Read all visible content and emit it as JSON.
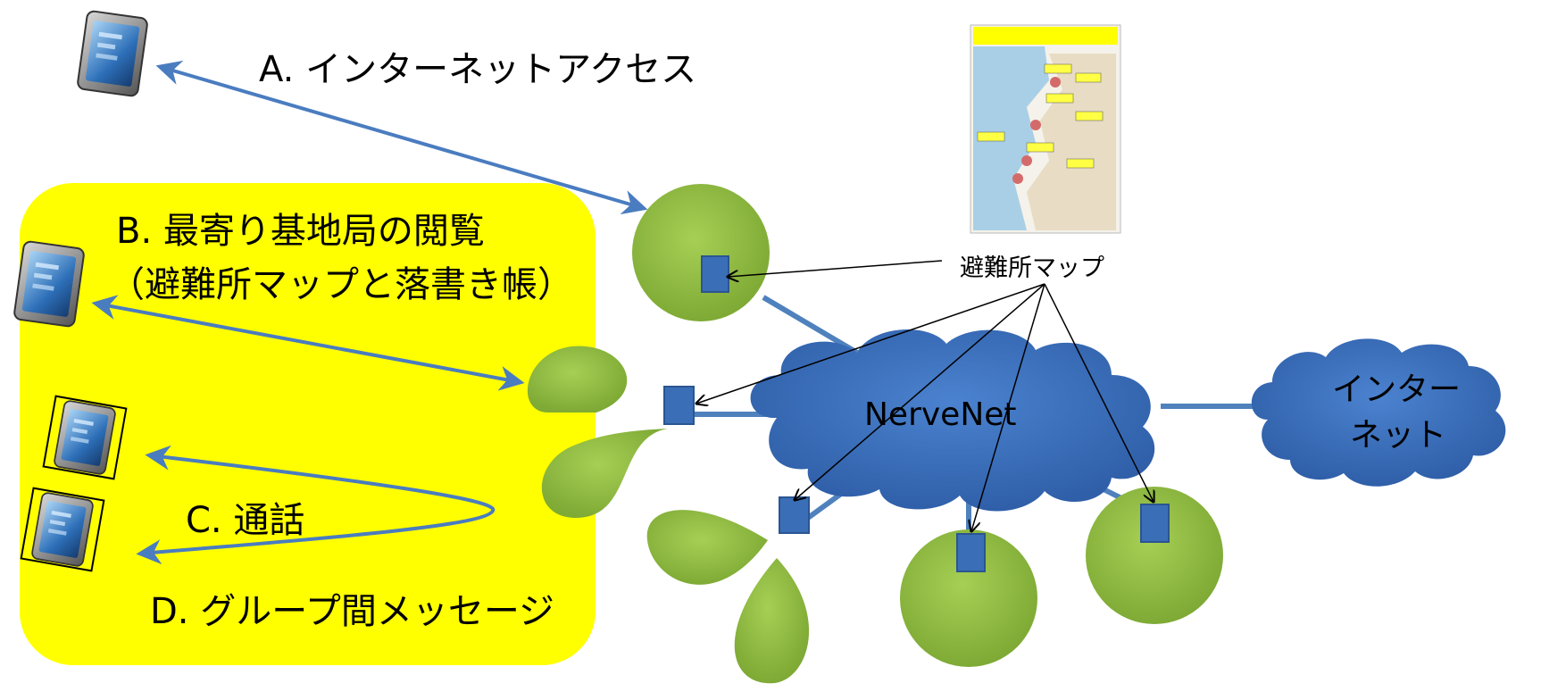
{
  "labels": {
    "a": "A. インターネットアクセス",
    "b_line1": "B. 最寄り基地局の閲覧",
    "b_line2": "（避難所マップと落書き帳）",
    "c": "C. 通話",
    "d": "D. グループ間メッセージ",
    "map_caption": "避難所マップ",
    "nervenet": "NerveNet",
    "internet_line1": "インター",
    "internet_line2": "ネット"
  },
  "colors": {
    "highlight_box": "#ffff00",
    "station": "#8db63f",
    "station_dark": "#7ca334",
    "cloud": "#3f72bf",
    "node": "#3a6fb7",
    "link": "#4f81bd",
    "arrow": "#4a7cc0"
  },
  "icons": {
    "tablet": "tablet-icon",
    "map": "shelter-map-thumbnail"
  }
}
